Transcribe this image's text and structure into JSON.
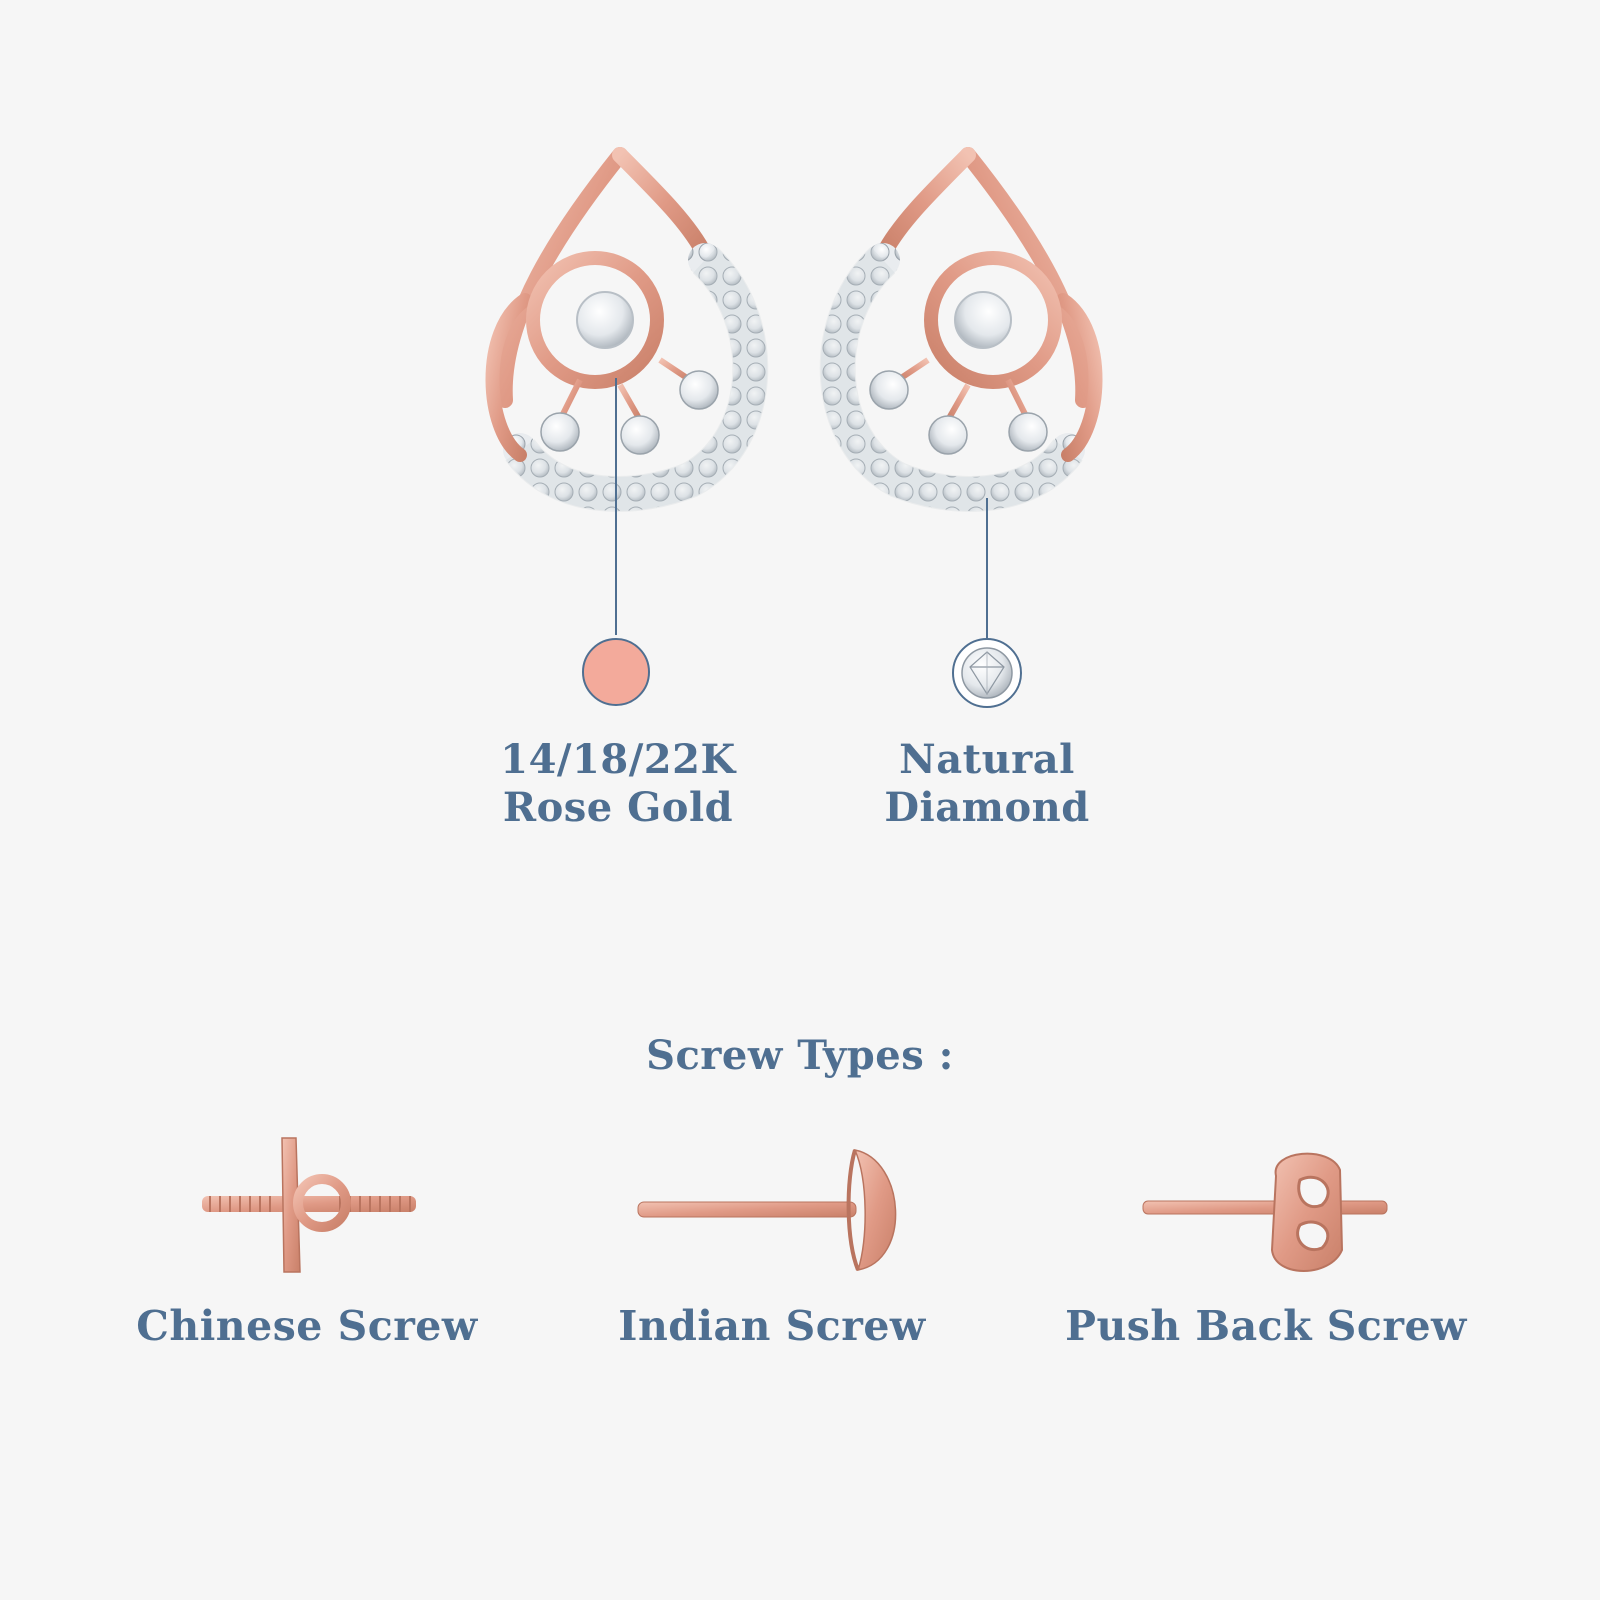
{
  "materials": {
    "metal": {
      "line1": "14/18/22K",
      "line2": "Rose Gold",
      "swatch_color": "#f3aa9b"
    },
    "stone": {
      "line1": "Natural",
      "line2": "Diamond"
    }
  },
  "screws": {
    "heading": "Screw Types :",
    "items": [
      {
        "label": "Chinese Screw"
      },
      {
        "label": "Indian Screw"
      },
      {
        "label": "Push Back Screw"
      }
    ]
  },
  "colors": {
    "label_text": "#4f6f91",
    "rose_gold": "#e4a390",
    "rose_gold_dark": "#b9745f",
    "diamond": "#dfe3e7",
    "background": "#f6f6f6"
  }
}
